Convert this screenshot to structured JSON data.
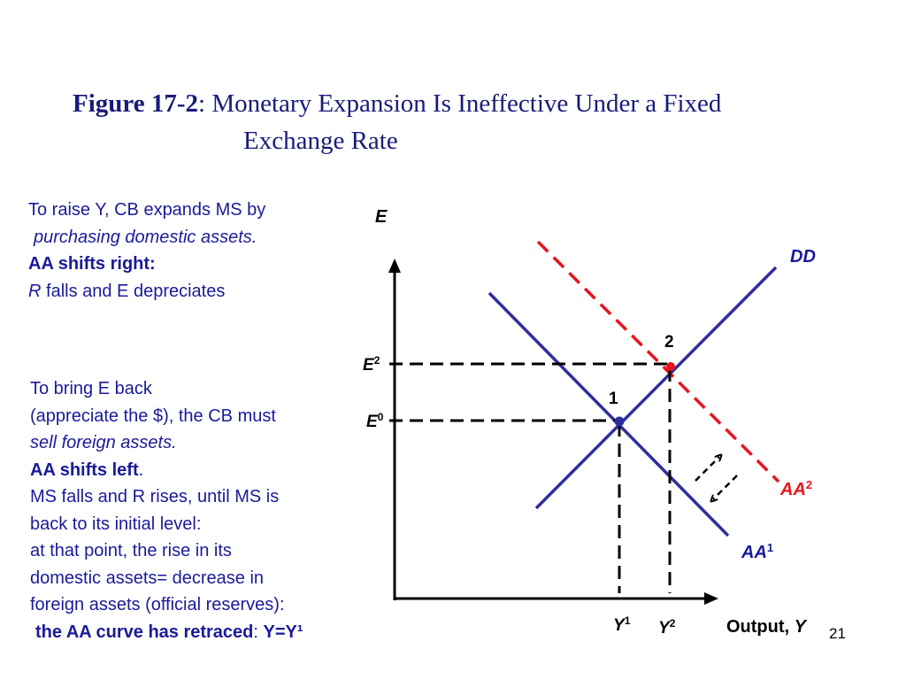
{
  "title": {
    "prefix": "Figure 17-2",
    "line1": ": Monetary Expansion Is Ineffective Under a Fixed",
    "line2": "Exchange Rate"
  },
  "block1": {
    "line1": "To raise Y, CB expands MS by",
    "line2": "purchasing domestic assets.",
    "line3": "AA shifts right:",
    "line4_italic": "R",
    "line4_rest": " falls and E depreciates"
  },
  "block2": {
    "line1": "To bring E back",
    "line2": "(appreciate the $), the CB must",
    "line3": "sell foreign assets.",
    "line4_bold": "AA shifts left",
    "line4_rest": ".",
    "line5": "MS falls and R rises, until MS is",
    "line6": "back to its initial level:",
    "line7": "at that point, the rise in its",
    "line8": "domestic assets= decrease in",
    "line9": "foreign assets (official reserves):",
    "line10_bold": "the AA curve has retraced",
    "line10_sep": ": ",
    "line10_eq": "Y=Y¹"
  },
  "graph": {
    "y_axis_label": "E",
    "x_axis_label": "Output, ",
    "x_axis_var": "Y",
    "E2": {
      "base": "E",
      "sup": "2"
    },
    "E0": {
      "base": "E",
      "sup": "0"
    },
    "Y1": {
      "base": "Y",
      "sup": "1"
    },
    "Y2": {
      "base": "Y",
      "sup": "2"
    },
    "DD": "DD",
    "AA1": {
      "base": "AA",
      "sup": "1"
    },
    "AA2": {
      "base": "AA",
      "sup": "2"
    },
    "point1": "1",
    "point2": "2",
    "colors": {
      "axis": "#000000",
      "curve": "#2e2e9e",
      "shifted": "#e8141e",
      "label_red": "#e8141e",
      "label_blue": "#1a1a9a"
    }
  },
  "page_number": "21"
}
